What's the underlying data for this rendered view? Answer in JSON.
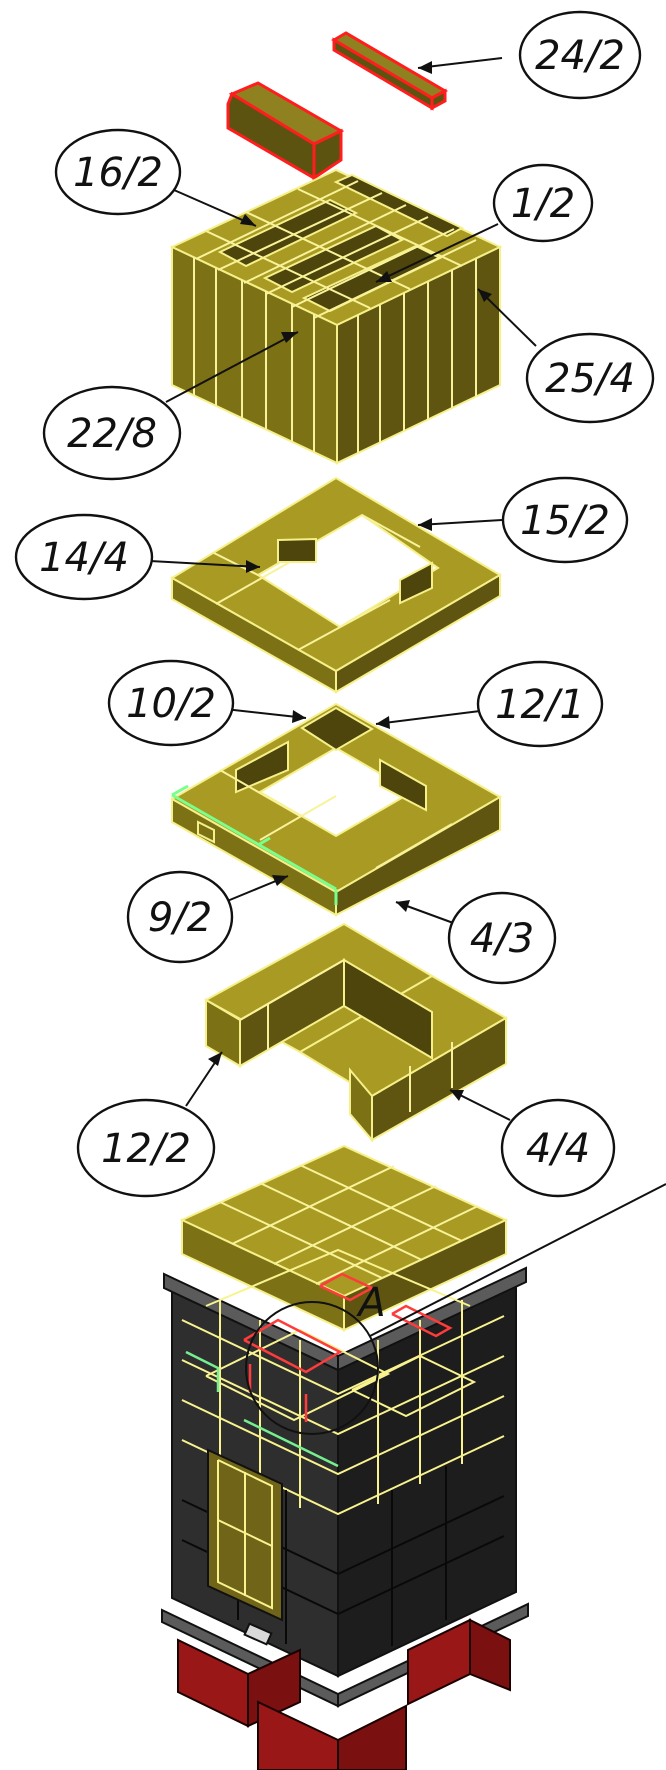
{
  "diagram": {
    "callouts": [
      {
        "id": "24-2",
        "text": "24/2"
      },
      {
        "id": "16-2",
        "text": "16/2"
      },
      {
        "id": "1-2",
        "text": "1/2"
      },
      {
        "id": "25-4",
        "text": "25/4"
      },
      {
        "id": "22-8",
        "text": "22/8"
      },
      {
        "id": "15-2",
        "text": "15/2"
      },
      {
        "id": "14-4",
        "text": "14/4"
      },
      {
        "id": "10-2",
        "text": "10/2"
      },
      {
        "id": "12-1",
        "text": "12/1"
      },
      {
        "id": "9-2",
        "text": "9/2"
      },
      {
        "id": "4-3",
        "text": "4/3"
      },
      {
        "id": "12-2",
        "text": "12/2"
      },
      {
        "id": "4-4",
        "text": "4/4"
      }
    ],
    "detail_label": "A"
  },
  "colors": {
    "brick": "#a99a24",
    "brick_dark": "#5f5510",
    "brick_outline": "#f5f08a",
    "highlight_red": "#ff1d1d",
    "highlight_green": "#79ff8b",
    "housing": "#2e2e2e",
    "base": "#7b1010"
  }
}
